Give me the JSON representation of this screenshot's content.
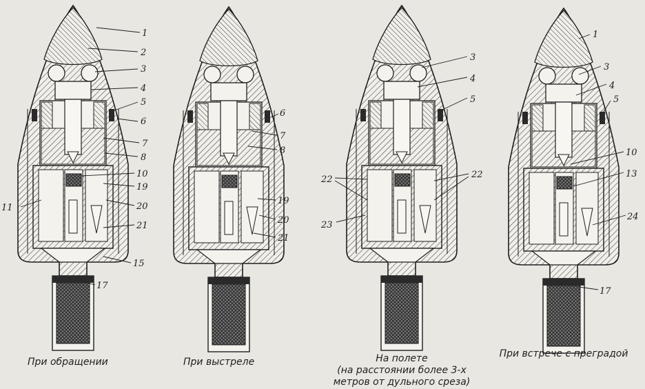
{
  "panels": [
    {
      "caption": [
        "При обращении"
      ],
      "labels": [
        "1",
        "2",
        "3",
        "4",
        "5",
        "6",
        "7",
        "8",
        "10",
        "19",
        "11",
        "20",
        "21",
        "15",
        "17"
      ]
    },
    {
      "caption": [
        "При выстреле"
      ],
      "labels": [
        "6",
        "7",
        "8",
        "19",
        "20",
        "21"
      ]
    },
    {
      "caption": [
        "На полете",
        "(на расстоянии более 3-х",
        "метров от дульного среза)"
      ],
      "labels": [
        "3",
        "4",
        "5",
        "22",
        "22",
        "23"
      ]
    },
    {
      "caption": [
        "При встрече с преградой"
      ],
      "labels": [
        "1",
        "3",
        "4",
        "5",
        "10",
        "13",
        "24",
        "17"
      ]
    }
  ]
}
